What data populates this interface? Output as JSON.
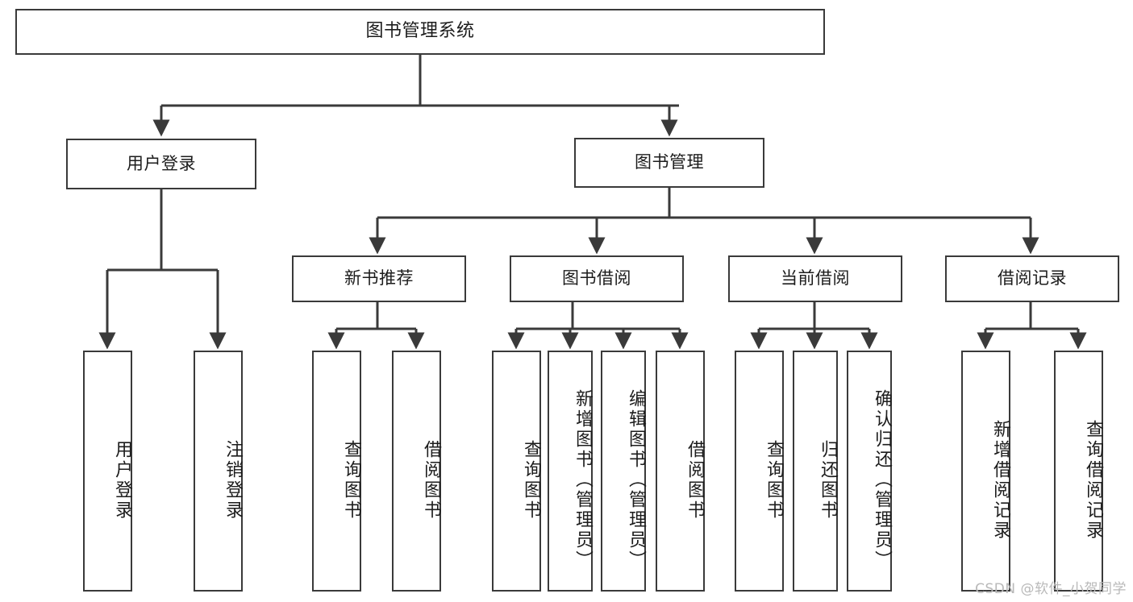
{
  "diagram": {
    "title": "图书管理系统",
    "type": "tree-hierarchy-chart",
    "root": {
      "label": "图书管理系统"
    },
    "level1": [
      {
        "label": "用户登录"
      },
      {
        "label": "图书管理"
      }
    ],
    "level2": [
      {
        "label": "新书推荐"
      },
      {
        "label": "图书借阅"
      },
      {
        "label": "当前借阅"
      },
      {
        "label": "借阅记录"
      }
    ],
    "leaves": {
      "user_login": [
        {
          "label": "用户登录"
        },
        {
          "label": "注销登录"
        }
      ],
      "new_book_recommend": [
        {
          "label": "查询图书"
        },
        {
          "label": "借阅图书"
        }
      ],
      "book_borrow": [
        {
          "label": "查询图书"
        },
        {
          "label": "新增图书（管理员）"
        },
        {
          "label": "编辑图书（管理员）"
        },
        {
          "label": "借阅图书"
        }
      ],
      "current_borrow": [
        {
          "label": "查询图书"
        },
        {
          "label": "归还图书"
        },
        {
          "label": "确认归还（管理员）"
        }
      ],
      "borrow_record": [
        {
          "label": "新增借阅记录"
        },
        {
          "label": "查询借阅记录"
        }
      ]
    }
  },
  "watermark": {
    "text": "CSDN @软件_小贺同学"
  },
  "colors": {
    "box_border": "#3a3a3a",
    "line": "#3a3a3a",
    "text": "#1c1c1c",
    "background": "#ffffff",
    "watermark": "#b9b9b9"
  }
}
